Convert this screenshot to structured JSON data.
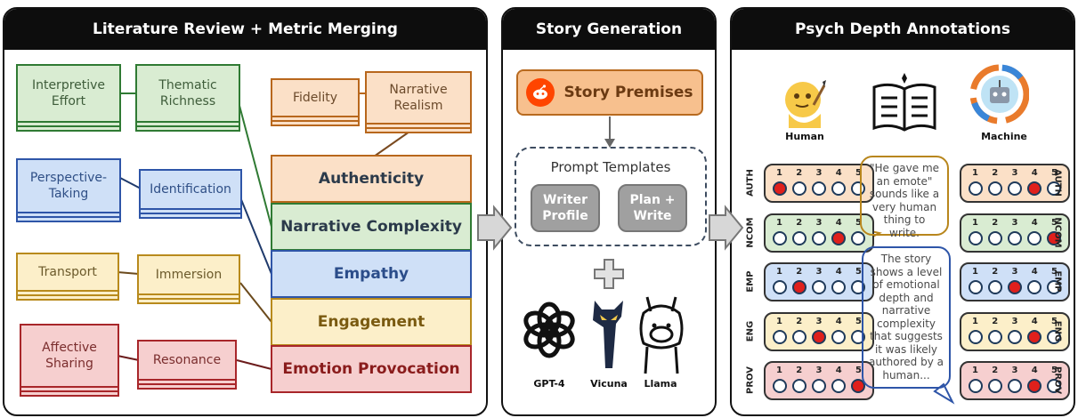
{
  "panels": {
    "left": {
      "title": "Literature Review + Metric Merging"
    },
    "middle": {
      "title": "Story Generation"
    },
    "right": {
      "title": "Psych Depth Annotations"
    }
  },
  "left_cards": [
    {
      "id": "interpretive-effort",
      "label": "Interpretive\nEffort",
      "color": "green"
    },
    {
      "id": "thematic-richness",
      "label": "Thematic\nRichness",
      "color": "green"
    },
    {
      "id": "fidelity",
      "label": "Fidelity",
      "color": "orange"
    },
    {
      "id": "narrative-realism",
      "label": "Narrative\nRealism",
      "color": "orange"
    },
    {
      "id": "perspective-taking",
      "label": "Perspective-\nTaking",
      "color": "blue"
    },
    {
      "id": "identification",
      "label": "Identification",
      "color": "blue"
    },
    {
      "id": "transport",
      "label": "Transport",
      "color": "yellow"
    },
    {
      "id": "immersion",
      "label": "Immersion",
      "color": "yellow"
    },
    {
      "id": "affective-sharing",
      "label": "Affective\nSharing",
      "color": "red"
    },
    {
      "id": "resonance",
      "label": "Resonance",
      "color": "red"
    }
  ],
  "metrics": [
    {
      "label": "Authenticity",
      "color": "orange"
    },
    {
      "label": "Narrative Complexity",
      "color": "green"
    },
    {
      "label": "Empathy",
      "color": "blue"
    },
    {
      "label": "Engagement",
      "color": "yellow"
    },
    {
      "label": "Emotion Provocation",
      "color": "red"
    }
  ],
  "story": {
    "premises_label": "Story Premises",
    "prompt_templates_label": "Prompt Templates",
    "writer_profile_label": "Writer\nProfile",
    "plan_write_label": "Plan +\nWrite",
    "plus_symbol": "+",
    "models": [
      "GPT-4",
      "Vicuna",
      "Llama"
    ]
  },
  "annotations": {
    "human_label": "Human",
    "machine_label": "Machine",
    "row_labels": [
      "AUTH",
      "NCOM",
      "EMP",
      "ENG",
      "PROV"
    ],
    "scale_numbers": [
      "1",
      "2",
      "3",
      "4",
      "5"
    ],
    "human_ratings": [
      1,
      4,
      2,
      3,
      5
    ],
    "machine_ratings": [
      4,
      5,
      3,
      4,
      4
    ],
    "quote_bubble": "\"He gave me\nan emote\"\nsounds like a\nvery human\nthing to write.",
    "reasoning_bubble": "The story\nshows a level\nof emotional\ndepth and\nnarrative\ncomplexity\nthat suggests\nit was likely\nauthored by a\nhuman...",
    "row_colors": [
      "orange",
      "green",
      "blue",
      "yellow",
      "red"
    ]
  },
  "colors": {
    "green": {
      "fill": "#d9ecd2",
      "border": "#2f7a33",
      "text": "#3e5c3a"
    },
    "orange": {
      "fill": "#fbe0c7",
      "border": "#b8671c",
      "text": "#6b4a2b"
    },
    "blue": {
      "fill": "#cfe0f7",
      "border": "#2e55a8",
      "text": "#2f4f86"
    },
    "yellow": {
      "fill": "#fcefc9",
      "border": "#b88a1c",
      "text": "#6b5a2b"
    },
    "red": {
      "fill": "#f6cfcf",
      "border": "#a8262a",
      "text": "#7a2d2d"
    },
    "metric_text": {
      "orange": "#2b3a4a",
      "green": "#2b3a4a",
      "blue": "#2b4d8a",
      "yellow": "#7a5a10",
      "red": "#8a1c1c"
    }
  }
}
